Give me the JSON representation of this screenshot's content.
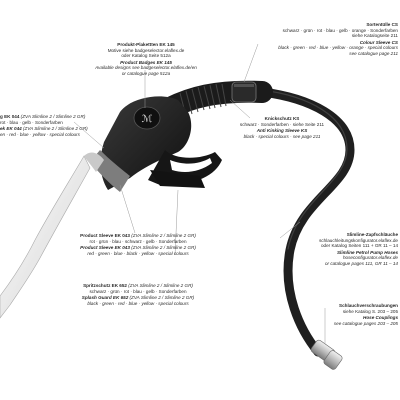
{
  "labels": {
    "badge": {
      "title": "Produkt-Plakettten EK 145",
      "de1": "Motive siehe badgeselector.elaflex.de",
      "de2": "oder Katalog Seite 512a",
      "title_en": "Product Badges EK 145",
      "en1": "Available designs see badgeselector.elaflex.de/en",
      "en2": "or catalogue page 512a"
    },
    "colour_sleeve": {
      "title": "Sortentülle CS",
      "de1": "schwarz · grün · rot · blau · gelb · orange · Sonderfarben",
      "de2": "siehe Katalogseite 211",
      "title_en": "Colour Sleeve CS",
      "en1": "black · green · red · blue · yellow · orange · special colours",
      "en2": "see catalogue page 211"
    },
    "anti_kinking": {
      "title": "Knickschutz KS",
      "de1": "schwarz · Sonderfarben · siehe Seite 211",
      "title_en": "Anti Kinking Sleeve KS",
      "en1": "black · special colours · see page 211"
    },
    "ek044": {
      "line1_bold": "g EK 044",
      "line1_rest": " (ZVA Slimline 2 / Slimline 2 GR)",
      "line2": "rot · blau · gelb · Sonderfarben",
      "line3_bold": "ek EK 044",
      "line3_rest": " (ZVA Slimline 2 / Slimline 2 GR)",
      "line4": "en · red · blue · yellow · special colours"
    },
    "product_sleeve": {
      "title": "Product Sleeve EK 043",
      "title_rest": " (ZVA Slimline 2 / Slimline 2 GR)",
      "de1": "rot · grün · blau · schwarz · gelb · Sonderfarben",
      "title_en": "Product Sleeve EK 043",
      "title_en_rest": " (ZVA Slimline 2 / Slimline 2 GR)",
      "en1": "red · green · blue · black · yellow · special colours"
    },
    "splash_guard": {
      "title": "Spritzschutz EK 652",
      "title_rest": " (ZVA Slimline 2 / Slimline 2 GR)",
      "de1": "schwarz · grün · rot · blau · gelb · Sonderfarben",
      "title_en": "Splash Guard EK 652",
      "title_en_rest": " (ZVA Slimline 2 / Slimline 2 GR)",
      "en1": "black · green · red · blue · yellow · special colours"
    },
    "slimline_hose": {
      "title": "Slimline-Zapfschläuche",
      "de1": "schlauchleitungskonfigurator.elaflex.de",
      "de2": "oder Katalog Seiten 111 + GR 11 – 14",
      "title_en": "Slimline Petrol Pump Hoses",
      "en1": "hoseconfigurator.elaflex.de",
      "en2": "or catalogue pages 111, GR 11 – 14"
    },
    "hose_couplings": {
      "title": "Schlauchverschraubungen",
      "de1": "siehe Katalog S. 203 – 205",
      "title_en": "Hose Couplings",
      "en1": "see catalogue pages 203 – 205"
    }
  },
  "colors": {
    "hose": "#2b2b2b",
    "nozzle_body": "#1e1e1e",
    "spout": "#e9e9e9",
    "leader": "#9a9a9a",
    "text": "#2a2a2a"
  },
  "icons": [
    "nozzle-logo-icon"
  ]
}
